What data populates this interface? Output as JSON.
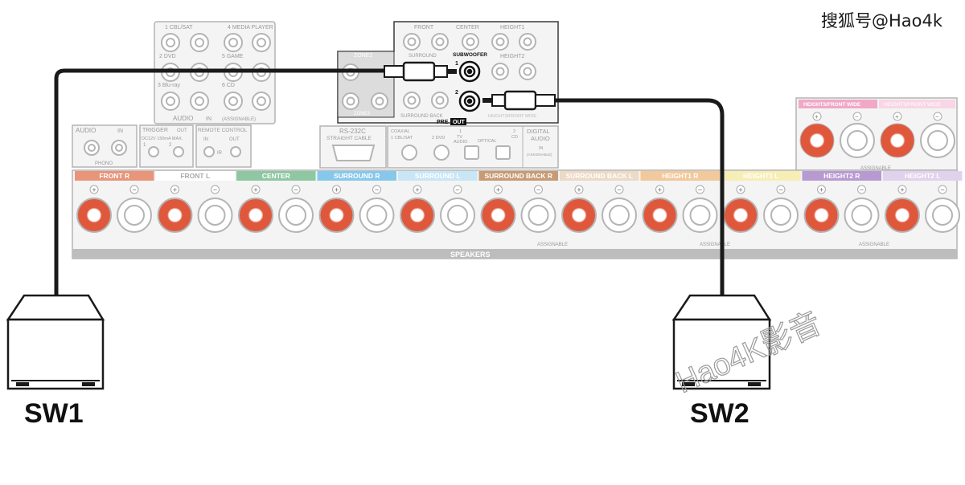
{
  "watermark_top": "搜狐号@Hao4k",
  "watermark_diag": "Hao4K影音",
  "subwoofers": [
    {
      "label": "SW1"
    },
    {
      "label": "SW2"
    }
  ],
  "panel": {
    "audio_in": {
      "row1": [
        "1 CBL/SAT",
        "4 MEDIA PLAYER"
      ],
      "row2": [
        "2 DVD",
        "5 GAME"
      ],
      "row3": [
        "3 Blu-ray",
        "6 CD"
      ],
      "title": "AUDIO",
      "in": "IN",
      "assignable": "(ASSIGNABLE)"
    },
    "preout": {
      "front": "FRONT",
      "center": "CENTER",
      "height1": "HEIGHT1",
      "zone2": "ZONE2",
      "surround": "SURROUND",
      "subwoofer": "SUBWOOFER",
      "height2": "HEIGHT2",
      "zone3": "ZONE3",
      "surround_back": "SURROUND BACK",
      "front_wide": "HEIGHT3/FRONT WIDE",
      "pre": "PRE",
      "out": "OUT",
      "sw1": "1",
      "sw2": "2"
    },
    "phono": {
      "title": "AUDIO",
      "in": "IN",
      "label": "PHONO"
    },
    "trigger": {
      "title": "TRIGGER",
      "out": "OUT",
      "spec": "DC12V 150mA MAX.",
      "ch1": "1",
      "ch2": "2"
    },
    "remote": {
      "title": "REMOTE CONTROL",
      "in": "IN",
      "out": "OUT",
      "ir": "IR"
    },
    "rs232c": {
      "title": "RS-232C",
      "sub": "STRAIGHT CABLE"
    },
    "digital": {
      "coaxial": "COAXIAL",
      "cbl": "1 CBL/SAT",
      "dvd": "2 DVD",
      "tv1": "1",
      "tv": "TV",
      "audio": "AUDIO",
      "optical": "OPTICAL",
      "cd2": "2",
      "cd": "CD",
      "title": "DIGITAL",
      "title2": "AUDIO",
      "in": "IN",
      "assignable": "(ASSIGNABLE)"
    },
    "speakers": {
      "groups": [
        {
          "name": "FRONT",
          "ch": "R",
          "color": "#e8957a"
        },
        {
          "name": "FRONT",
          "ch": "L",
          "color": "#ffffff"
        },
        {
          "name": "CENTER",
          "ch": "",
          "color": "#8fc7a3"
        },
        {
          "name": "SURROUND",
          "ch": "R",
          "color": "#86c8ec"
        },
        {
          "name": "SURROUND",
          "ch": "L",
          "color": "#c9e6f6"
        },
        {
          "name": "SURROUND BACK",
          "ch": "R",
          "color": "#c79b74"
        },
        {
          "name": "SURROUND BACK",
          "ch": "L",
          "color": "#ecdac6"
        },
        {
          "name": "HEIGHT1",
          "ch": "R",
          "color": "#f2c99a"
        },
        {
          "name": "HEIGHT1",
          "ch": "L",
          "color": "#f7eeb5"
        },
        {
          "name": "HEIGHT2",
          "ch": "R",
          "color": "#b89ad2"
        },
        {
          "name": "HEIGHT2",
          "ch": "L",
          "color": "#e0d2ec"
        }
      ],
      "top_right": [
        {
          "name": "HEIGHT3/FRONT WIDE",
          "ch": "R",
          "color": "#f0a8c6"
        },
        {
          "name": "HEIGHT3/FRONT WIDE",
          "ch": "L",
          "color": "#f8d6e6"
        }
      ],
      "assignable": "ASSIGNABLE",
      "title": "SPEAKERS"
    }
  },
  "colors": {
    "panel_line": "#b4b4b4",
    "panel_fill": "#f4f4f4",
    "red_terminal": "#e0583c",
    "cable": "#1a1a1a"
  }
}
